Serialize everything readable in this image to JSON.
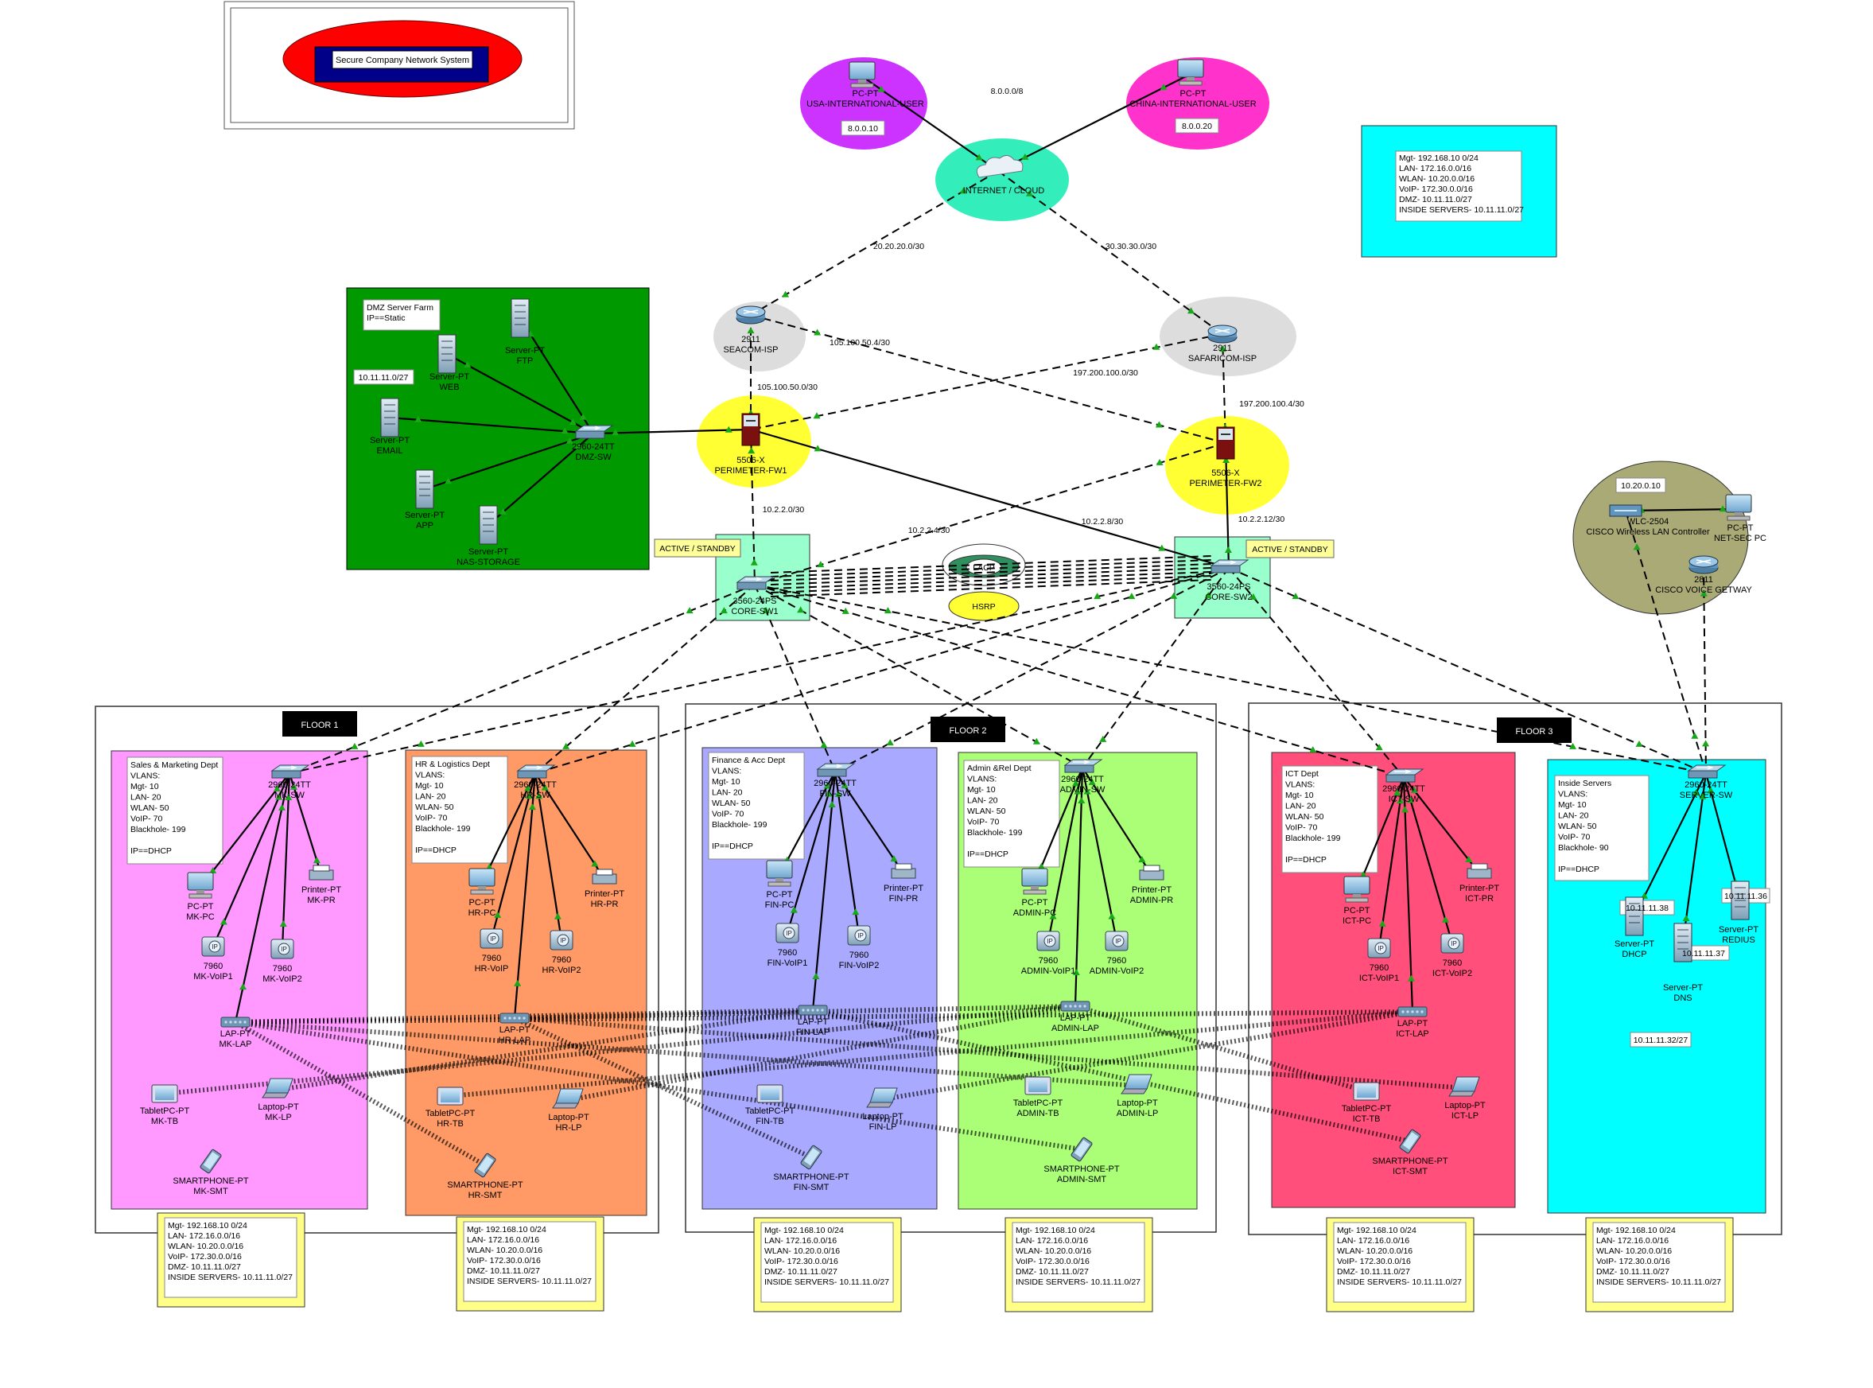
{
  "title": "Secure Company Network System",
  "colors": {
    "dmz": "#009900",
    "purple": "#cc33ff",
    "magenta": "#ff33cc",
    "cloud": "#33eebb",
    "isp": "#dddddd",
    "firewall": "#ffff33",
    "core": "#99ffcc",
    "wlc": "#aaaa77",
    "cyan": "#00ffff",
    "pink": "#ff99ff",
    "orange": "#ff9966",
    "lavender": "#a9a9ff",
    "lime": "#aaff77",
    "rose": "#ff4f7a",
    "notes": "#ffff88",
    "titleRed": "#ff0000",
    "titleNavy": "#000088"
  },
  "summary_note": [
    "Mgt- 192.168.10 0/24",
    "LAN- 172.16.0.0/16",
    "WLAN- 10.20.0.0/16",
    "VoIP- 172.30.0.0/16",
    "DMZ- 10.11.11.0/27",
    "INSIDE SERVERS- 10.11.11.0/27"
  ],
  "internet": {
    "cloud": [
      "INTERNET / CLOUD"
    ],
    "usa_pc": [
      "PC-PT",
      "USA-INTERNATIONAL-USER"
    ],
    "usa_ip": "8.0.0.10",
    "china_pc": [
      "PC-PT",
      "CHINA-INTERNATIONAL-USER"
    ],
    "china_ip": "8.0.0.20",
    "public_net": "8.0.0.0/8"
  },
  "isps": {
    "seacom": [
      "2911",
      "SEACOM-ISP"
    ],
    "safaricom": [
      "2911",
      "SAFARICOM-ISP"
    ]
  },
  "firewalls": {
    "fw1": [
      "5506-X",
      "PERIMETER-FW1"
    ],
    "fw2": [
      "5506-X",
      "PERIMETER-FW2"
    ]
  },
  "core": {
    "sw1": [
      "3560-24PS",
      "CORE-SW1"
    ],
    "sw2": [
      "3560-24PS",
      "CORE-SW2"
    ],
    "active_standby": "ACTIVE / STANDBY",
    "lacp": "LACP",
    "hsrp": "HSRP"
  },
  "links": {
    "cloud_seacom": "20.20.20.0/30",
    "cloud_safaricom": "30.30.30.0/30",
    "seacom_fw2": "105.100.50.4/30",
    "seacom_fw1": "105.100.50.0/30",
    "safaricom_fw1": "197.200.100.0/30",
    "safaricom_fw2": "197.200.100.4/30",
    "fw1_core1": "10.2.2.0/30",
    "fw2_core1": "10.2.2.4/30",
    "fw1_core2": "10.2.2.8/30",
    "fw2_core2": "10.2.2.12/30"
  },
  "dmz": {
    "note": [
      "DMZ Server Farm",
      "IP==Static"
    ],
    "subnet": "10.11.11.0/27",
    "switch": [
      "2960-24TT",
      "DMZ-SW"
    ],
    "servers": [
      [
        "Server-PT",
        "WEB"
      ],
      [
        "Server-PT",
        "FTP"
      ],
      [
        "Server-PT",
        "EMAIL"
      ],
      [
        "Server-PT",
        "APP"
      ],
      [
        "Server-PT",
        "NAS-STORAGE"
      ]
    ]
  },
  "wireless": {
    "wlc_ip": "10.20.0.10",
    "wlc": [
      "WLC-2504",
      "CISCO Wireless LAN Controller"
    ],
    "netsec": [
      "PC-PT",
      "NET-SEC PC"
    ],
    "voice": [
      "2811",
      "CISCO VOICE GETWAY"
    ]
  },
  "floors": [
    "FLOOR 1",
    "FLOOR 2",
    "FLOOR 3"
  ],
  "departments": [
    {
      "note": [
        "Sales & Marketing Dept",
        "VLANS:",
        "  Mgt- 10",
        "  LAN- 20",
        "  WLAN- 50",
        "  VoIP- 70",
        "  Blackhole- 199",
        "",
        "IP==DHCP"
      ],
      "switch": [
        "2960-24TT",
        "MK-SW"
      ],
      "pc": [
        "PC-PT",
        "MK-PC"
      ],
      "printer": [
        "Printer-PT",
        "MK-PR"
      ],
      "voip1": [
        "7960",
        "MK-VoIP1"
      ],
      "voip2": [
        "7960",
        "MK-VoIP2"
      ],
      "lap": [
        "LAP-PT",
        "MK-LAP"
      ],
      "tablet": [
        "TabletPC-PT",
        "MK-TB"
      ],
      "laptop": [
        "Laptop-PT",
        "MK-LP"
      ],
      "smart": [
        "SMARTPHONE-PT",
        "MK-SMT"
      ]
    },
    {
      "note": [
        "HR & Logistics Dept",
        "VLANS:",
        "  Mgt- 10",
        "  LAN- 20",
        "  WLAN- 50",
        "  VoIP- 70",
        "  Blackhole- 199",
        "",
        "IP==DHCP"
      ],
      "switch": [
        "2960-24TT",
        "HR-SW"
      ],
      "pc": [
        "PC-PT",
        "HR-PC"
      ],
      "printer": [
        "Printer-PT",
        "HR-PR"
      ],
      "voip1": [
        "7960",
        "HR-VoIP"
      ],
      "voip2": [
        "7960",
        "HR-VoIP2"
      ],
      "lap": [
        "LAP-PT",
        "HR-LAP"
      ],
      "tablet": [
        "TabletPC-PT",
        "HR-TB"
      ],
      "laptop": [
        "Laptop-PT",
        "HR-LP"
      ],
      "smart": [
        "SMARTPHONE-PT",
        "HR-SMT"
      ]
    },
    {
      "note": [
        "Finance & Acc Dept",
        "VLANS:",
        "  Mgt- 10",
        "  LAN- 20",
        "  WLAN- 50",
        "  VoIP- 70",
        "  Blackhole- 199",
        "",
        "IP==DHCP"
      ],
      "switch": [
        "2960-24TT",
        "FIN-SW"
      ],
      "pc": [
        "PC-PT",
        "FIN-PC"
      ],
      "printer": [
        "Printer-PT",
        "FIN-PR"
      ],
      "voip1": [
        "7960",
        "FIN-VoIP1"
      ],
      "voip2": [
        "7960",
        "FIN-VoIP2"
      ],
      "lap": [
        "LAP-PT",
        "FIN-LAP"
      ],
      "tablet": [
        "TabletPC-PT",
        "FIN-TB"
      ],
      "laptop": [
        "Laptop-PT",
        "FIN-LP"
      ],
      "smart": [
        "SMARTPHONE-PT",
        "FIN-SMT"
      ]
    },
    {
      "note": [
        "Admin &Rel Dept",
        "VLANS:",
        "  Mgt- 10",
        "  LAN- 20",
        "  WLAN- 50",
        "  VoIP- 70",
        "  Blackhole- 199",
        "",
        "IP==DHCP"
      ],
      "switch": [
        "2960-24TT",
        "ADMIN-SW"
      ],
      "pc": [
        "PC-PT",
        "ADMIN-PC"
      ],
      "printer": [
        "Printer-PT",
        "ADMIN-PR"
      ],
      "voip1": [
        "7960",
        "ADMIN-VoIP1"
      ],
      "voip2": [
        "7960",
        "ADMIN-VoIP2"
      ],
      "lap": [
        "LAP-PT",
        "ADMIN-LAP"
      ],
      "tablet": [
        "TabletPC-PT",
        "ADMIN-TB"
      ],
      "laptop": [
        "Laptop-PT",
        "ADMIN-LP"
      ],
      "smart": [
        "SMARTPHONE-PT",
        "ADMIN-SMT"
      ]
    },
    {
      "note": [
        "ICT Dept",
        "VLANS:",
        "  Mgt- 10",
        "  LAN- 20",
        "  WLAN- 50",
        "  VoIP- 70",
        "  Blackhole- 199",
        "",
        "IP==DHCP"
      ],
      "switch": [
        "2960-24TT",
        "ICT-SW"
      ],
      "pc": [
        "PC-PT",
        "ICT-PC"
      ],
      "printer": [
        "Printer-PT",
        "ICT-PR"
      ],
      "voip1": [
        "7960",
        "ICT-VoIP1"
      ],
      "voip2": [
        "7960",
        "ICT-VoIP2"
      ],
      "lap": [
        "LAP-PT",
        "ICT-LAP"
      ],
      "tablet": [
        "TabletPC-PT",
        "ICT-TB"
      ],
      "laptop": [
        "Laptop-PT",
        "ICT-LP"
      ],
      "smart": [
        "SMARTPHONE-PT",
        "ICT-SMT"
      ]
    }
  ],
  "inside_servers": {
    "note": [
      "Inside Servers",
      "VLANS:",
      "  Mgt- 10",
      "  LAN- 20",
      "  WLAN- 50",
      "  VoIP- 70",
      "  Blackhole- 90",
      "",
      "IP==DHCP"
    ],
    "switch": [
      "2960-24TT",
      "SERVER-SW"
    ],
    "dhcp": [
      "Server-PT",
      "DHCP"
    ],
    "dhcp_ip": "10.11.11.38",
    "dns": [
      "Server-PT",
      "DNS"
    ],
    "dns_ip": "10.11.11.37",
    "redis": [
      "Server-PT",
      "REDIUS"
    ],
    "redis_ip": "10.11.11.36",
    "subnet": "10.11.11.32/27"
  }
}
